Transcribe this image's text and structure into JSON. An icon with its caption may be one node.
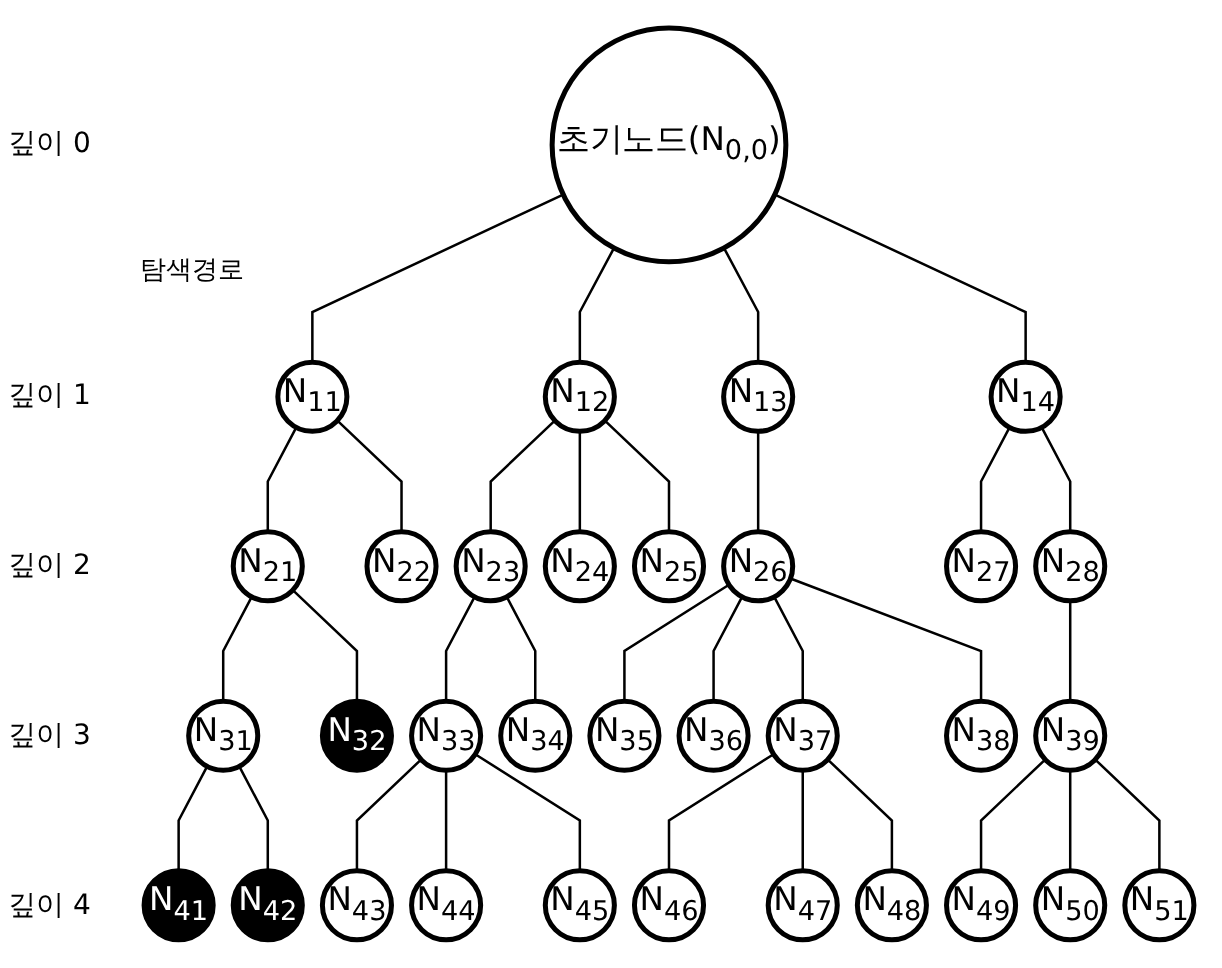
{
  "diagram": {
    "nodes": [
      {
        "text": [
          "초기노드(N$_{0,0}$)"
        ]
      },
      {
        "text": [
          "N$_{11}$"
        ]
      },
      {
        "text": [
          "N$_{12}$"
        ]
      },
      {
        "text": [
          "N$_{13}$"
        ]
      },
      {
        "text": [
          "N$_{14}$"
        ]
      },
      {
        "text": [
          "N$_{21}$"
        ]
      },
      {
        "text": [
          "N$_{22}$"
        ]
      },
      {
        "text": [
          "N$_{23}$"
        ]
      },
      {
        "text": [
          "N$_{24}$"
        ]
      },
      {
        "text": [
          "N$_{25}$"
        ]
      },
      {
        "text": [
          "N$_{26}$"
        ]
      },
      {
        "text": [
          "N$_{27}$"
        ]
      },
      {
        "text": [
          "N$_{28}$"
        ]
      },
      {
        "text": [
          "N$_{31}$"
        ]
      },
      {
        "text": [
          "N$_{32}$"
        ]
      },
      {
        "text": [
          "N$_{33}$"
        ]
      },
      {
        "text": [
          "N$_{34}$"
        ]
      },
      {
        "text": [
          "N$_{35}$"
        ]
      },
      {
        "text": [
          "N$_{36}$"
        ]
      },
      {
        "text": [
          "N$_{37}$"
        ]
      },
      {
        "text": [
          "N$_{38}$"
        ]
      },
      {
        "text": [
          "N$_{39}$"
        ]
      },
      {
        "text": [
          "N$_{41}$"
        ]
      },
      {
        "text": [
          "N$_{42}$"
        ]
      },
      {
        "text": [
          "N$_{43}$"
        ]
      },
      {
        "text": [
          "N$_{44}$"
        ]
      },
      {
        "text": [
          "N$_{45}$"
        ]
      },
      {
        "text": [
          "N$_{46}$"
        ]
      },
      {
        "text": [
          "N$_{47}$"
        ]
      },
      {
        "text": [
          "N$_{48}$"
        ]
      },
      {
        "text": [
          "N$_{49}$"
        ]
      },
      {
        "text": [
          "N$_{50}$"
        ]
      },
      {
        "text": [
          "N$_{51}$"
        ]
      }
    ],
    "edges": [
      {
        "from": 0,
        "to": 1,
        "arrow": "none"
      },
      {
        "from": 0,
        "to": 2,
        "arrow": "none"
      },
      {
        "from": 0,
        "to": 3,
        "arrow": "none"
      },
      {
        "from": 0,
        "to": 4,
        "arrow": "none"
      },
      {
        "from": 1,
        "to": 5,
        "arrow": "none"
      },
      {
        "from": 1,
        "to": 6,
        "arrow": "none"
      },
      {
        "from": 2,
        "to": 7,
        "arrow": "none"
      },
      {
        "from": 2,
        "to": 8,
        "arrow": "none"
      },
      {
        "from": 2,
        "to": 9,
        "arrow": "none"
      },
      {
        "from": 3,
        "to": 10,
        "arrow": "none"
      },
      {
        "from": 4,
        "to": 11,
        "arrow": "none"
      },
      {
        "from": 4,
        "to": 12,
        "arrow": "none"
      },
      {
        "from": 5,
        "to": 13,
        "arrow": "none"
      },
      {
        "from": 5,
        "to": 14,
        "arrow": "none"
      },
      {
        "from": 7,
        "to": 15,
        "arrow": "none"
      },
      {
        "from": 7,
        "to": 16,
        "arrow": "none"
      },
      {
        "from": 10,
        "to": 17,
        "arrow": "none"
      },
      {
        "from": 10,
        "to": 18,
        "arrow": "none"
      },
      {
        "from": 10,
        "to": 19,
        "arrow": "none"
      },
      {
        "from": 10,
        "to": 20,
        "arrow": "none"
      },
      {
        "from": 12,
        "to": 21,
        "arrow": "none"
      },
      {
        "from": 13,
        "to": 22,
        "arrow": "none"
      },
      {
        "from": 13,
        "to": 23,
        "arrow": "none"
      },
      {
        "from": 15,
        "to": 24,
        "arrow": "none"
      },
      {
        "from": 15,
        "to": 25,
        "arrow": "none"
      },
      {
        "from": 15,
        "to": 26,
        "arrow": "none"
      },
      {
        "from": 19,
        "to": 27,
        "arrow": "none"
      },
      {
        "from": 19,
        "to": 28,
        "arrow": "none"
      },
      {
        "from": 19,
        "to": 29,
        "arrow": "none"
      },
      {
        "from": 21,
        "to": 30,
        "arrow": "none"
      },
      {
        "from": 21,
        "to": 31,
        "arrow": "none"
      },
      {
        "from": 21,
        "to": 32,
        "arrow": "none"
      }
    ],
    "labels": [
      "깊이 0",
      "탐색경로",
      "깊이 1",
      "깊이 2",
      "깊이 3",
      "깊이 4"
    ]
  }
}
